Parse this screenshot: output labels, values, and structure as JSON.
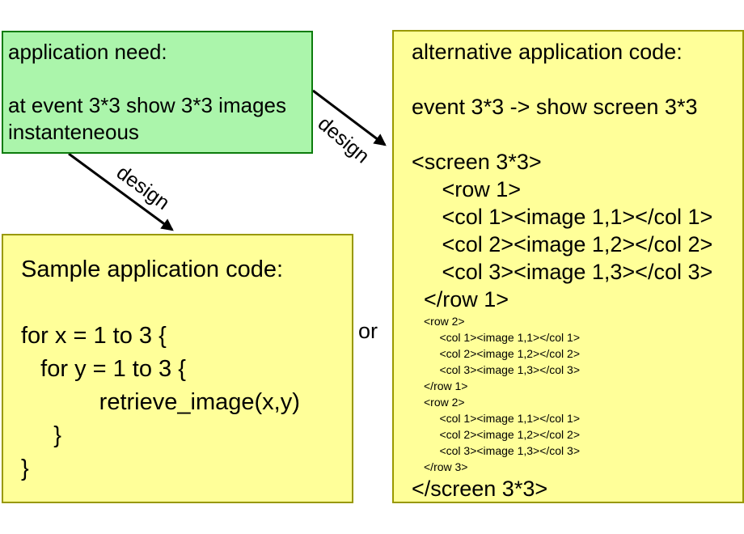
{
  "colors": {
    "background": "#ffffff",
    "need_box_fill": "#abf5ab",
    "need_box_border": "#0c7c0c",
    "code_box_fill": "#ffff99",
    "code_box_border": "#999900",
    "text": "#000000",
    "arrow": "#000000"
  },
  "labels": {
    "or": "or",
    "design_left": "design",
    "design_right": "design"
  },
  "need_box": {
    "lines": [
      "application need:",
      "",
      "at event 3*3 show 3*3 images",
      "instanteneous"
    ]
  },
  "sample_box": {
    "lines": [
      "Sample application code:",
      "",
      "for x = 1 to 3 {",
      "   for y = 1 to 3 {",
      "            retrieve_image(x,y)",
      "     }",
      "}"
    ]
  },
  "alt_box": {
    "head_lines": [
      "alternative application code:",
      "",
      "event 3*3 -> show screen 3*3",
      "",
      "<screen 3*3>",
      "     <row 1>",
      "     <col 1><image 1,1></col 1>",
      "     <col 2><image 1,2></col 2>",
      "     <col 3><image 1,3></col 3>",
      "  </row 1>"
    ],
    "small_lines": [
      "<row 2>",
      "     <col 1><image 1,1></col 1>",
      "     <col 2><image 1,2></col 2>",
      "     <col 3><image 1,3></col 3>",
      "</row 1>",
      "<row 2>",
      "     <col 1><image 1,1></col 1>",
      "     <col 2><image 1,2></col 2>",
      "     <col 3><image 1,3></col 3>",
      "</row 3>"
    ],
    "tail_line": "</screen 3*3>"
  }
}
